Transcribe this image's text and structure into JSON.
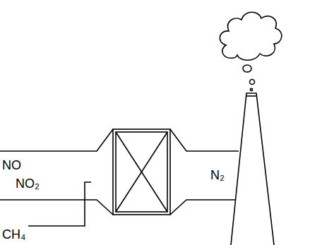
{
  "diagram": {
    "labels": [
      "NO",
      "NO₂",
      "CH₄",
      "N₂"
    ]
  }
}
